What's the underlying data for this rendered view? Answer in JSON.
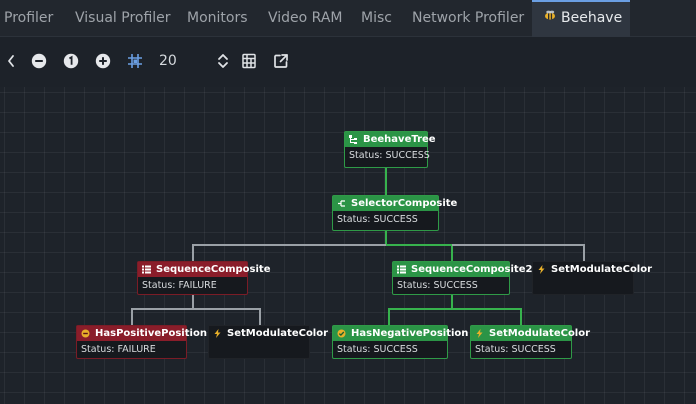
{
  "tabs": [
    {
      "label": "Profiler",
      "active": false
    },
    {
      "label": "Visual Profiler",
      "active": false
    },
    {
      "label": "Monitors",
      "active": false
    },
    {
      "label": "Video RAM",
      "active": false
    },
    {
      "label": "Misc",
      "active": false
    },
    {
      "label": "Network Profiler",
      "active": false
    },
    {
      "label": "Beehave",
      "active": true
    }
  ],
  "toolbar": {
    "zoom_value": "20",
    "icons": [
      "chevron-left-icon",
      "zoom-out-icon",
      "zoom-reset-icon",
      "zoom-in-icon",
      "snap-grid-icon",
      "zoom-spinner-icon",
      "layout-icon",
      "open-external-icon"
    ]
  },
  "colors": {
    "success": "#2b9446",
    "failure": "#8a1d2a",
    "wire_active": "#37b24d",
    "wire_inactive": "#9aa0a6",
    "accent": "#6b9fe3"
  },
  "nodes": {
    "beehave_tree": {
      "name": "BeehaveTree",
      "status": "Status: SUCCESS",
      "icon": "tree-icon"
    },
    "selector_composite": {
      "name": "SelectorComposite",
      "status": "Status: SUCCESS",
      "icon": "selector-icon"
    },
    "sequence_composite": {
      "name": "SequenceComposite",
      "status": "Status: FAILURE",
      "icon": "sequence-icon"
    },
    "sequence_composite2": {
      "name": "SequenceComposite2",
      "status": "Status: SUCCESS",
      "icon": "sequence-icon"
    },
    "set_modulate_color_1": {
      "name": "SetModulateColor",
      "status": "",
      "icon": "action-icon"
    },
    "has_positive_position": {
      "name": "HasPositivePosition",
      "status": "Status: FAILURE",
      "icon": "condition-icon"
    },
    "set_modulate_color_2": {
      "name": "SetModulateColor",
      "status": "",
      "icon": "action-icon"
    },
    "has_negative_position": {
      "name": "HasNegativePosition",
      "status": "Status: SUCCESS",
      "icon": "condition-icon"
    },
    "set_modulate_color_3": {
      "name": "SetModulateColor",
      "status": "Status: SUCCESS",
      "icon": "action-icon"
    }
  }
}
